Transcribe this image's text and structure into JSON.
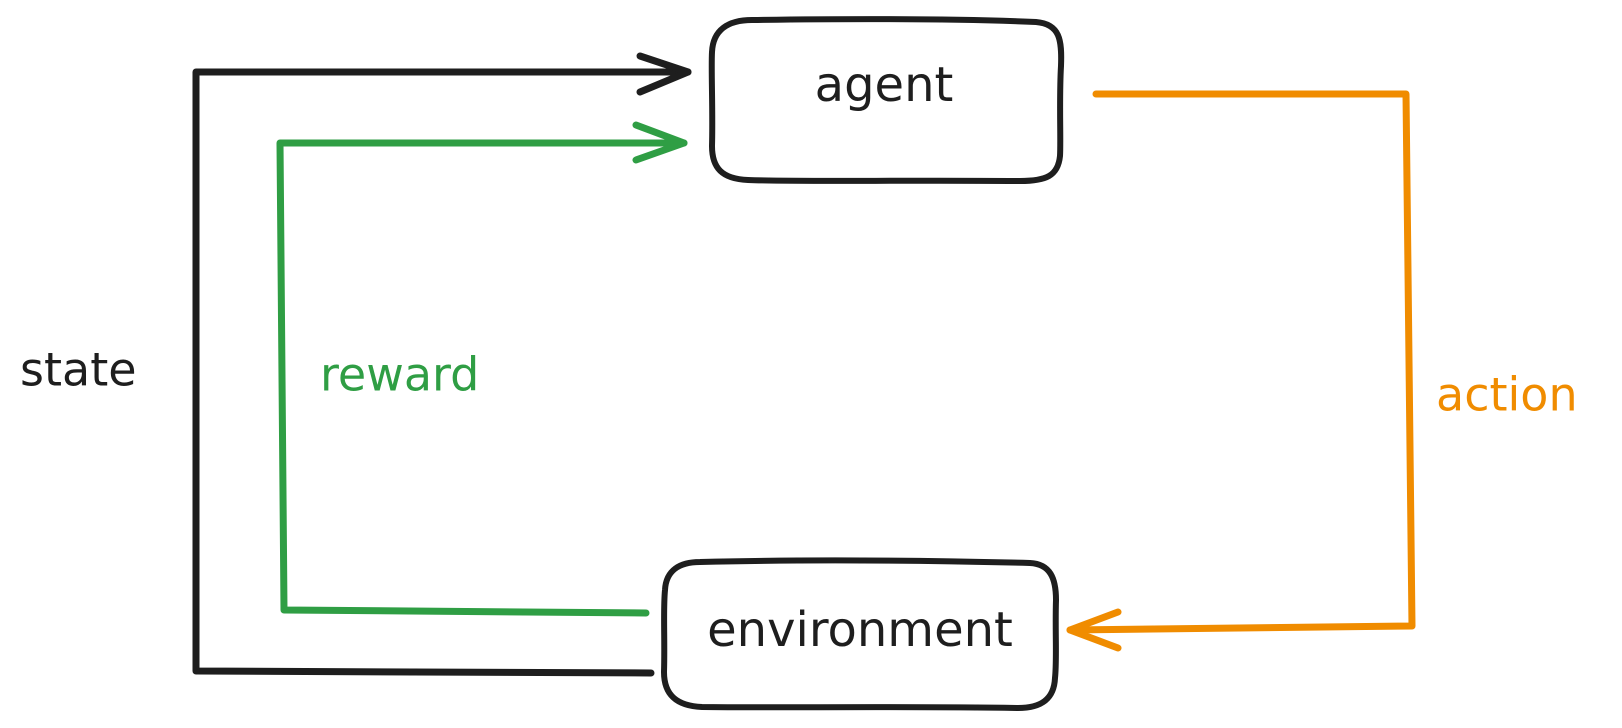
{
  "diagram": {
    "nodes": {
      "agent": {
        "label": "agent"
      },
      "environment": {
        "label": "environment"
      }
    },
    "edges": {
      "state": {
        "label": "state",
        "color": "#1e1e1e"
      },
      "reward": {
        "label": "reward",
        "color": "#2f9e44"
      },
      "action": {
        "label": "action",
        "color": "#f08c00"
      }
    },
    "node_stroke_color": "#1e1e1e",
    "text_color": "#1e1e1e"
  }
}
